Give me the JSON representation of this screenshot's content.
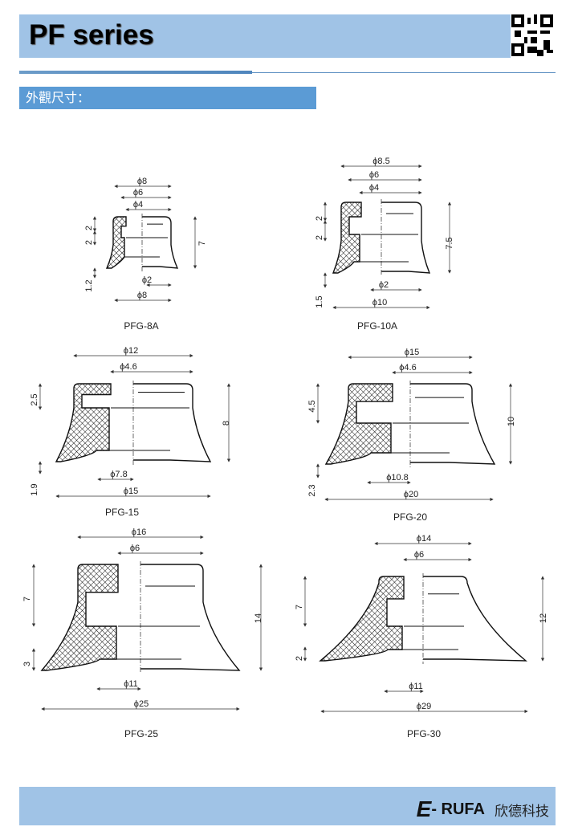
{
  "header": {
    "title": "PF series",
    "qr_icon": "qr-code-icon"
  },
  "section": {
    "title": "外觀尺寸："
  },
  "drawings": [
    {
      "name": "PFG-8A",
      "top": [
        "ϕ8",
        "ϕ6",
        "ϕ4"
      ],
      "left": [
        "2",
        "2",
        "1.2"
      ],
      "right": [
        "7"
      ],
      "bottom": [
        "ϕ2",
        "ϕ8"
      ]
    },
    {
      "name": "PFG-10A",
      "top": [
        "ϕ8.5",
        "ϕ6",
        "ϕ4"
      ],
      "left": [
        "2",
        "2",
        "1.5"
      ],
      "right": [
        "7.5"
      ],
      "bottom": [
        "ϕ2",
        "ϕ10"
      ]
    },
    {
      "name": "PFG-15",
      "top": [
        "ϕ12",
        "ϕ4.6"
      ],
      "left": [
        "2.5",
        "1.9"
      ],
      "right": [
        "8"
      ],
      "bottom": [
        "ϕ7.8",
        "ϕ15"
      ]
    },
    {
      "name": "PFG-20",
      "top": [
        "ϕ15",
        "ϕ4.6"
      ],
      "left": [
        "4.5",
        "2.3"
      ],
      "right": [
        "10"
      ],
      "bottom": [
        "ϕ10.8",
        "ϕ20"
      ]
    },
    {
      "name": "PFG-25",
      "top": [
        "ϕ16",
        "ϕ6"
      ],
      "left": [
        "7",
        "3"
      ],
      "right": [
        "14"
      ],
      "bottom": [
        "ϕ11",
        "ϕ25"
      ]
    },
    {
      "name": "PFG-30",
      "top": [
        "ϕ14",
        "ϕ6"
      ],
      "left": [
        "7",
        "2"
      ],
      "right": [
        "12"
      ],
      "bottom": [
        "ϕ11",
        "ϕ29"
      ]
    }
  ],
  "footer": {
    "brand_e": "E",
    "brand_rest": "- RUFA",
    "company": "欣德科技"
  }
}
